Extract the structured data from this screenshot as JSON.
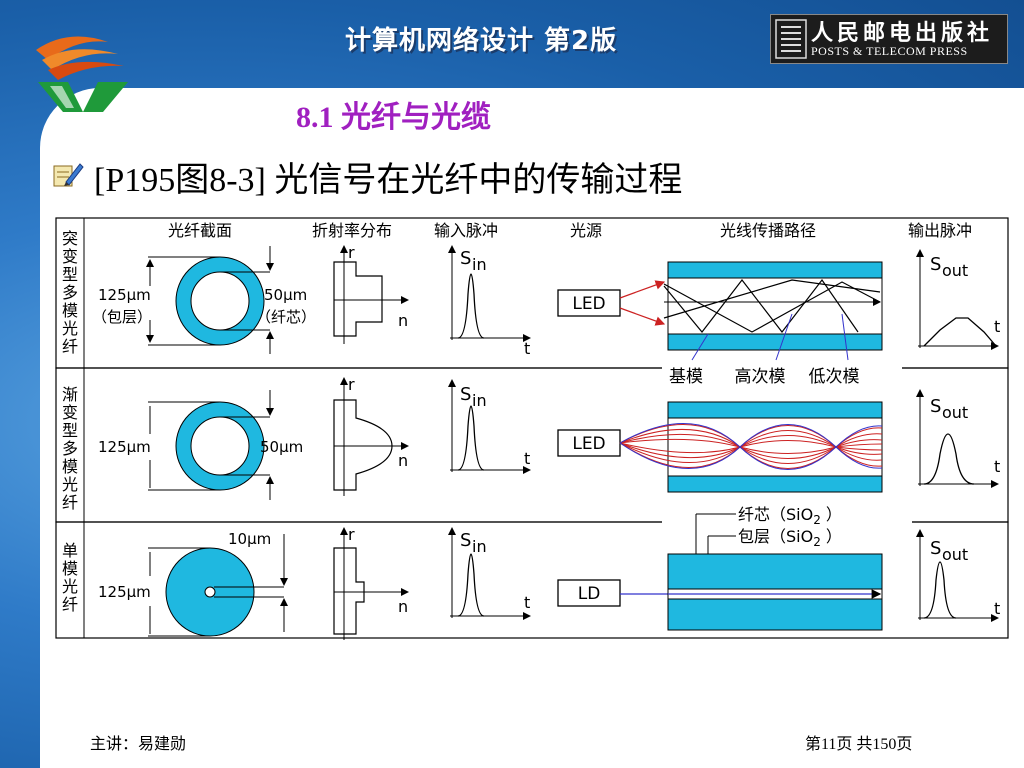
{
  "header": {
    "course_title": "计算机网络设计  第2版",
    "publisher_cn": "人民邮电出版社",
    "publisher_en": "POSTS & TELECOM PRESS"
  },
  "section": {
    "title": "8.1   光纤与光缆"
  },
  "bullet": {
    "text": "[P195图8-3]  光信号在光纤中的传输过程"
  },
  "figure": {
    "column_headers": [
      "光纤截面",
      "折射率分布",
      "输入脉冲",
      "光源",
      "光线传播路径",
      "输出脉冲"
    ],
    "rows": [
      {
        "label": "突变型多模光纤",
        "outer_dim": "125μm",
        "outer_note": "（包层）",
        "inner_dim": "50μm",
        "inner_note": "（纤芯）",
        "source": "LED"
      },
      {
        "label": "渐变型多模光纤",
        "outer_dim": "125μm",
        "inner_dim": "50μm",
        "source": "LED"
      },
      {
        "label": "单模光纤",
        "outer_dim": "125μm",
        "inner_dim": "10μm",
        "source": "LD"
      }
    ],
    "mode_labels": [
      "基模",
      "高次模",
      "低次模"
    ],
    "core_label": "纤芯（SiO",
    "cladding_label": "包层（SiO",
    "label_subscript": "2",
    "label_close": " ）",
    "axis_r": "r",
    "axis_n": "n",
    "axis_t": "t",
    "pulse_s": "S",
    "pulse_in": "in",
    "pulse_out": "out"
  },
  "footer": {
    "lecturer": "主讲：易建勋",
    "page_info": "第11页 共150页"
  },
  "colors": {
    "accent_purple": "#a020c0",
    "fiber_cyan": "#1fb8e0",
    "ray_red": "#cc2222",
    "ray_blue": "#3333cc"
  }
}
